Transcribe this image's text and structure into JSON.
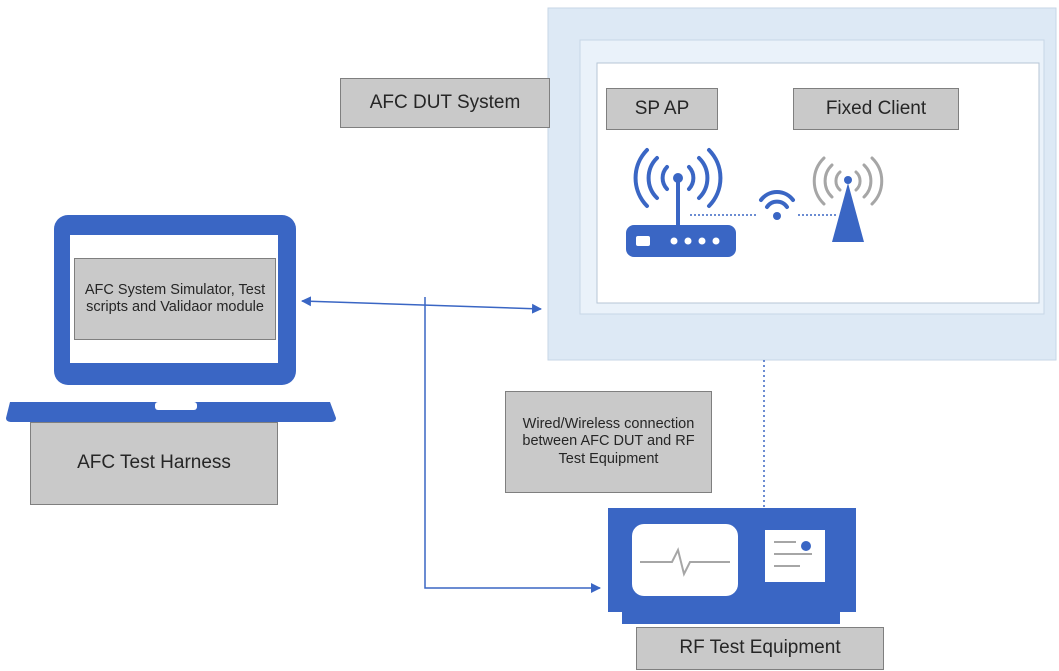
{
  "dut_label": "AFC DUT System",
  "sp_ap_label": "SP AP",
  "fixed_client_label": "Fixed Client",
  "simulator_label": "AFC System Simulator, Test scripts and Validaor module",
  "harness_label": "AFC Test Harness",
  "connection_label": "Wired/Wireless connection between AFC DUT and RF Test Equipment",
  "rf_label": "RF Test Equipment",
  "colors": {
    "device_blue": "#3a66c4",
    "frame_light": "#dde9f5",
    "label_gray": "#c9c9c9",
    "icon_gray": "#a6a6a6"
  },
  "icons": [
    "laptop-icon",
    "router-icon",
    "antenna-tower-icon",
    "wifi-icon",
    "rf-test-equipment-icon"
  ]
}
